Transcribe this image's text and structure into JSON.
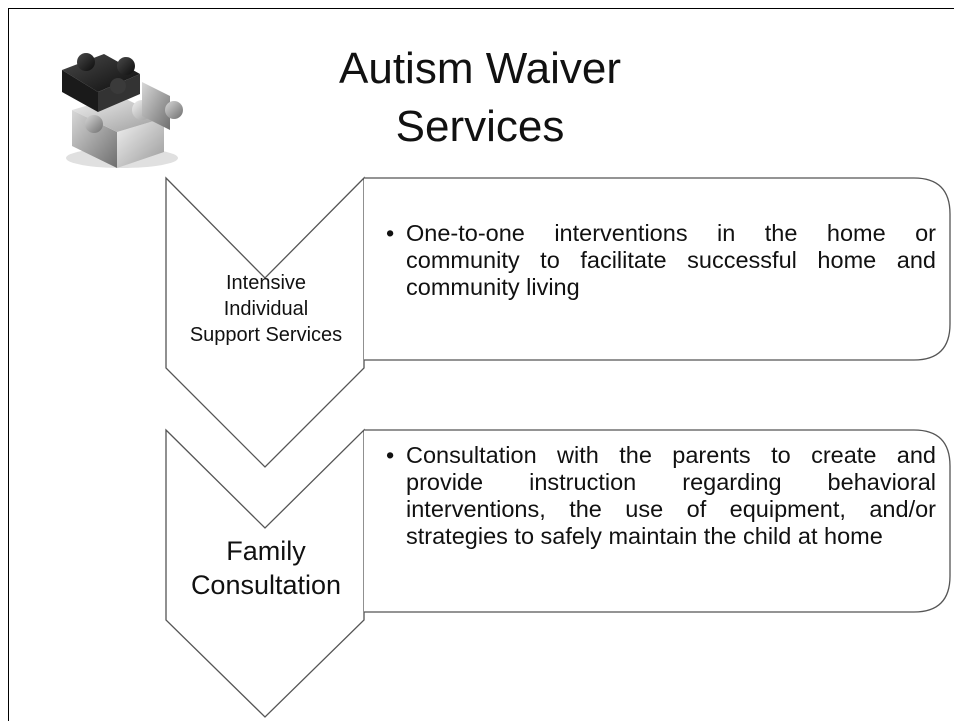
{
  "title": {
    "line1": "Autism Waiver",
    "line2": "Services"
  },
  "logo": {
    "icon": "puzzle-pieces-icon"
  },
  "services": [
    {
      "label_lines": [
        "Intensive",
        "Individual",
        "Support Services"
      ],
      "description": "One-to-one interventions in the home or community to facilitate successful home and community living"
    },
    {
      "label_lines": [
        "Family",
        "Consultation"
      ],
      "description": "Consultation with the parents to create and provide instruction regarding behavioral interventions, the use of equipment, and/or strategies to safely maintain the child at home"
    }
  ],
  "colors": {
    "stroke": "#555555",
    "frame": "#000000",
    "puzzle_dark": "#2a2a2a",
    "puzzle_light": "#d6d6d6"
  }
}
